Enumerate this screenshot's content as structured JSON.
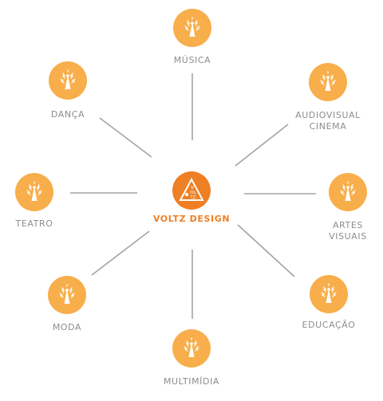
{
  "center": {
    "label": "VOLTZ DESIGN",
    "logo_text_top": "V",
    "logo_text_mid": "OL",
    "logo_text_bot": "TZ"
  },
  "nodes": [
    {
      "id": "musica",
      "label": "MÚSICA",
      "icon": "radio-tower-icon"
    },
    {
      "id": "audiovisual",
      "label": "AUDIOVISUAL\nCINEMA",
      "icon": "radio-tower-icon"
    },
    {
      "id": "artes",
      "label": "ARTES\nVISUAIS",
      "icon": "radio-tower-icon"
    },
    {
      "id": "educacao",
      "label": "EDUCAÇÃO",
      "icon": "radio-tower-icon"
    },
    {
      "id": "multimidia",
      "label": "MULTIMÍDIA",
      "icon": "radio-tower-icon"
    },
    {
      "id": "moda",
      "label": "MODA",
      "icon": "radio-tower-icon"
    },
    {
      "id": "teatro",
      "label": "TEATRO",
      "icon": "radio-tower-icon"
    },
    {
      "id": "danca",
      "label": "DANÇA",
      "icon": "radio-tower-icon"
    }
  ],
  "colors": {
    "node": "#f8ae4a",
    "center": "#ef7f24",
    "line": "#a3a3a3",
    "label": "#8d8d8d"
  }
}
